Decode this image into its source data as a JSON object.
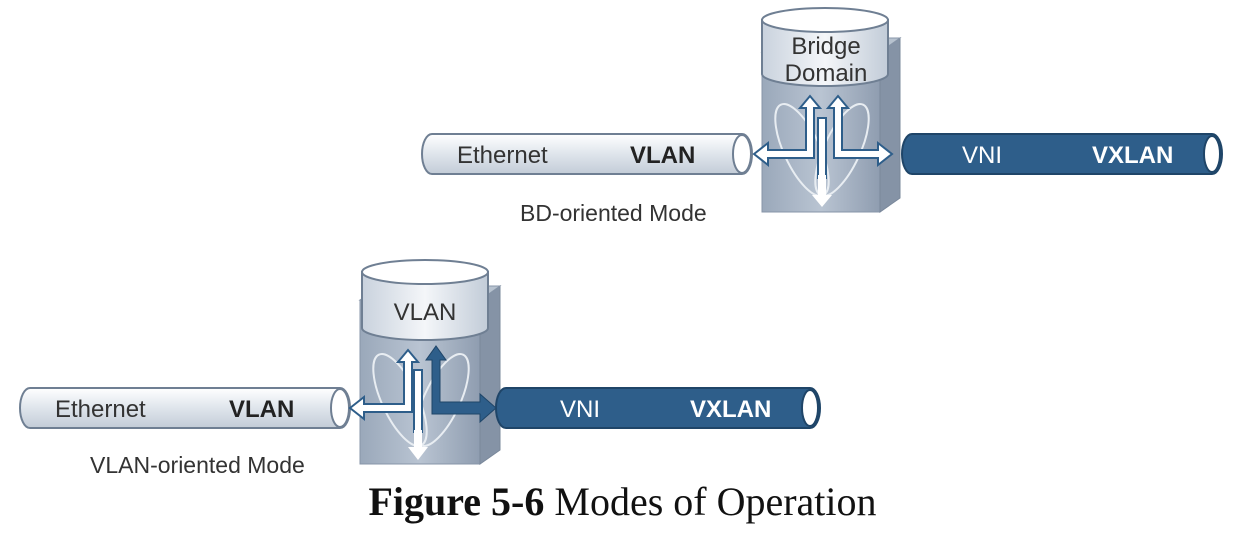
{
  "colors": {
    "light_pipe": "#dde3ea",
    "dark_pipe": "#2e5e8a",
    "switch_body": "#a9b6c6",
    "arrow_outline": "#2e5e8a"
  },
  "bd_mode": {
    "cylinder_line1": "Bridge",
    "cylinder_line2": "Domain",
    "left_pipe": {
      "label": "Ethernet",
      "tag": "VLAN"
    },
    "right_pipe": {
      "label": "VNI",
      "tag": "VXLAN"
    },
    "mode_label": "BD-oriented Mode"
  },
  "vlan_mode": {
    "cylinder_label": "VLAN",
    "left_pipe": {
      "label": "Ethernet",
      "tag": "VLAN"
    },
    "right_pipe": {
      "label": "VNI",
      "tag": "VXLAN"
    },
    "mode_label": "VLAN-oriented Mode"
  },
  "caption": {
    "figure_number": "Figure 5-6",
    "title": "Modes of Operation"
  }
}
